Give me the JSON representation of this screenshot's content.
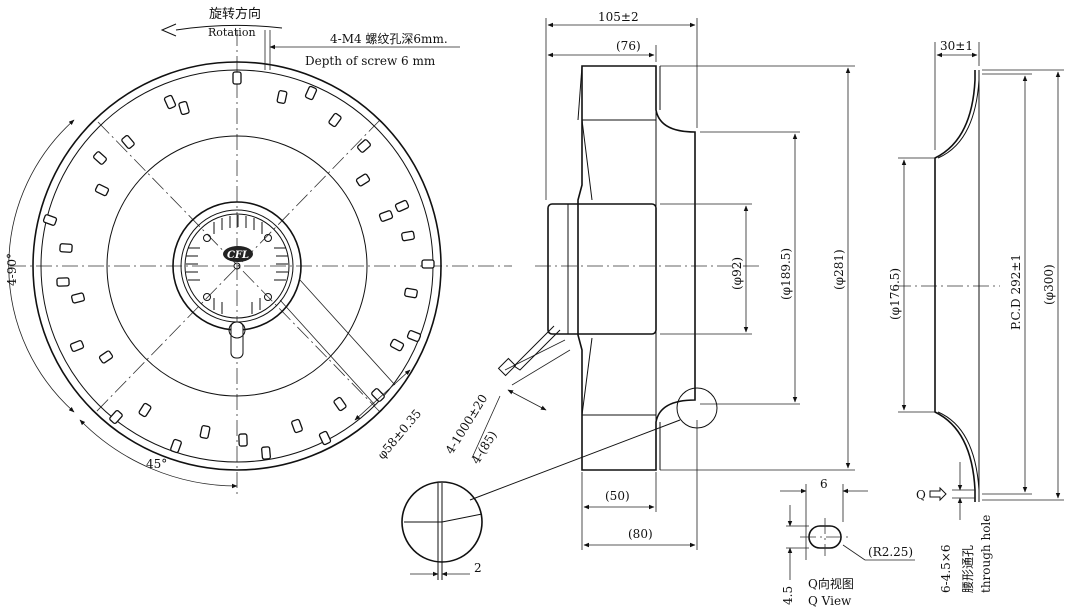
{
  "front_view": {
    "rotation_cn": "旋转方向",
    "rotation_en": "Rotation",
    "screw_note_cn": "4-M4 螺纹孔深6mm.",
    "screw_note_en": "Depth of screw 6 mm",
    "angle_4x90": "4-90°",
    "angle_45": "45°",
    "bolt_circle": "φ58±0.35",
    "cable_length": "4-1000±20",
    "cable_strip": "4-(85)",
    "logo": "CFL"
  },
  "side_view": {
    "width_overall": "105±2",
    "width_76": "(76)",
    "dia_92": "(φ92)",
    "dia_189": "(φ189.5)",
    "dia_281": "(φ281)",
    "width_50": "(50)",
    "width_80": "(80)",
    "detail_gap": "2"
  },
  "inlet_ring": {
    "depth": "30±1",
    "dia_176": "(φ176.5)",
    "pcd": "P.C.D 292±1",
    "dia_300": "(φ300)",
    "q_marker": "Q",
    "holes_spec": "6-4.5×6",
    "holes_cn": "腰形通孔",
    "holes_en": "through hole"
  },
  "q_view": {
    "slot_length": "6",
    "slot_width": "4.5",
    "radius": "(R2.25)",
    "title_cn": "Q向视图",
    "title_en": "Q View"
  }
}
